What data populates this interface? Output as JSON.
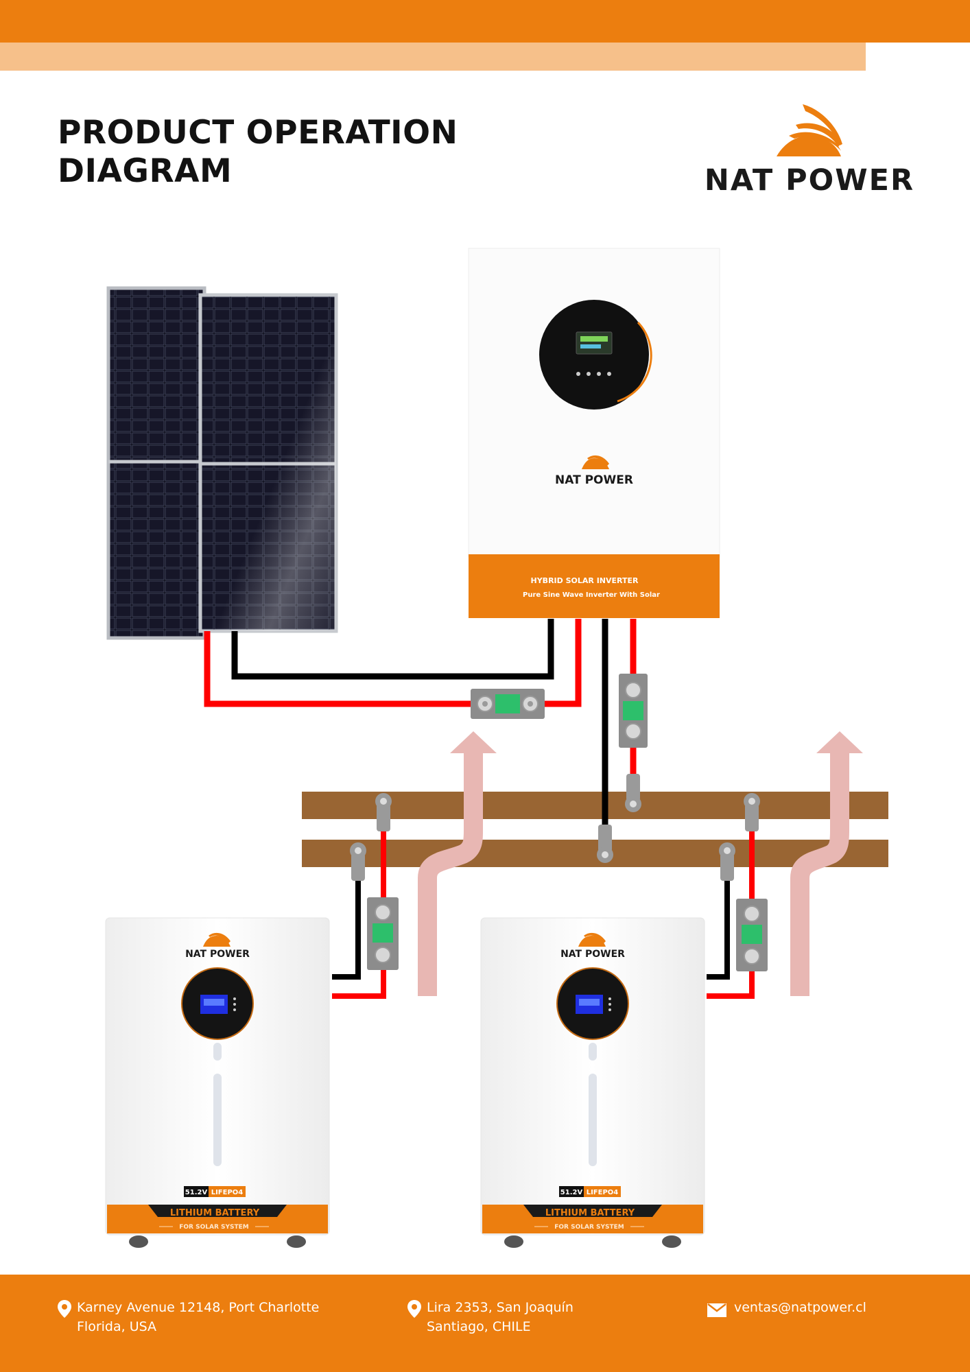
{
  "header": {
    "title_line1": "PRODUCT OPERATION",
    "title_line2": "DIAGRAM",
    "brand_name": "NAT POWER"
  },
  "inverter": {
    "brand": "NAT POWER",
    "label_line1": "HYBRID SOLAR INVERTER",
    "label_line2": "Pure Sine Wave Inverter With Solar"
  },
  "batteries": [
    {
      "brand": "NAT POWER",
      "voltage": "51.2V",
      "chemistry": "LIFEPO4",
      "label": "LITHIUM BATTERY",
      "sublabel": "FOR SOLAR SYSTEM"
    },
    {
      "brand": "NAT POWER",
      "voltage": "51.2V",
      "chemistry": "LIFEPO4",
      "label": "LITHIUM BATTERY",
      "sublabel": "FOR SOLAR SYSTEM"
    }
  ],
  "footer": {
    "address1_line1": "Karney Avenue 12148, Port Charlotte",
    "address1_line2": "Florida, USA",
    "address2_line1": "Lira 2353, San Joaquín",
    "address2_line2": "Santiago, CHILE",
    "email": "ventas@natpower.cl"
  },
  "colors": {
    "brand_orange": "#ec7e0f",
    "light_orange": "#f6c08a",
    "busbar_brown": "#996533",
    "wire_red": "#ff0000",
    "wire_black": "#000000",
    "flow_arrow": "#e8b7b3",
    "fuse_green": "#2dbf6b"
  },
  "icons": [
    "brand-logo-icon",
    "location-pin-icon",
    "email-icon"
  ]
}
